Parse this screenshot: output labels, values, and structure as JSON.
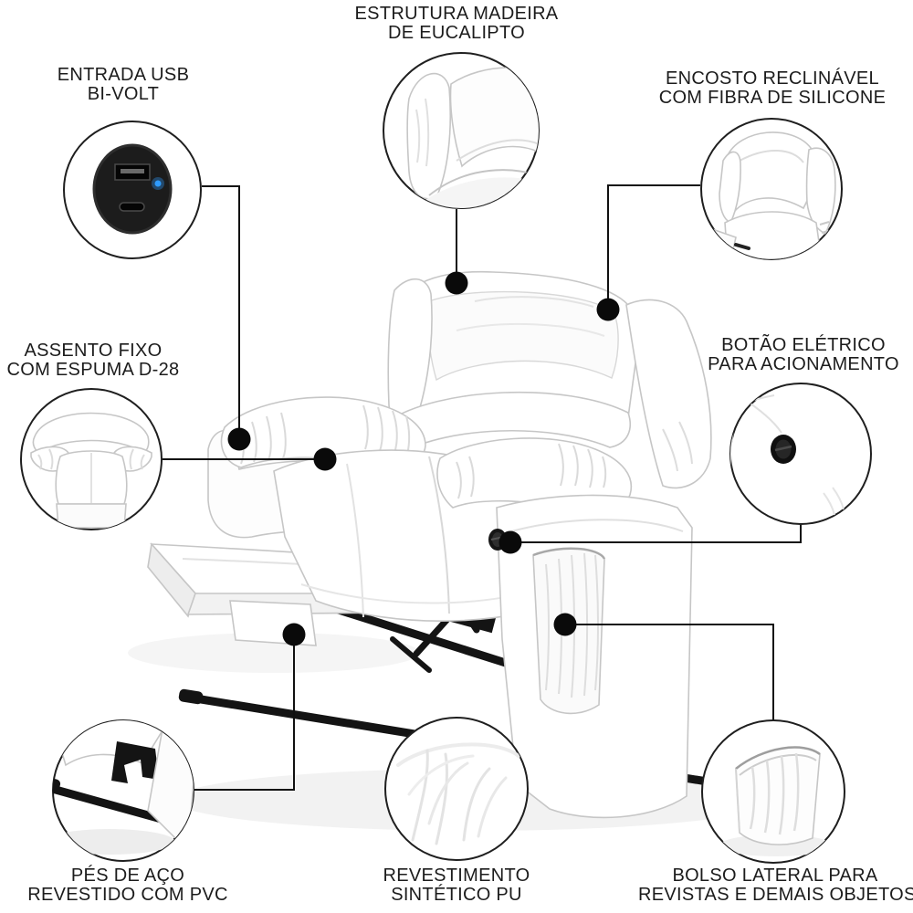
{
  "callouts": [
    {
      "id": "estrutura",
      "line1": "ESTRUTURA MADEIRA",
      "line2": "DE EUCALIPTO"
    },
    {
      "id": "entrada-usb",
      "line1": "ENTRADA USB",
      "line2": "BI-VOLT"
    },
    {
      "id": "encosto",
      "line1": "ENCOSTO RECLINÁVEL",
      "line2": "COM FIBRA DE SILICONE"
    },
    {
      "id": "assento",
      "line1": "ASSENTO FIXO",
      "line2": "COM ESPUMA D-28"
    },
    {
      "id": "botao",
      "line1": "BOTÃO ELÉTRICO",
      "line2": "PARA ACIONAMENTO"
    },
    {
      "id": "pes",
      "line1": "PÉS DE AÇO",
      "line2": "REVESTIDO COM PVC"
    },
    {
      "id": "revestimento",
      "line1": "REVESTIMENTO",
      "line2": "SINTÉTICO PU"
    },
    {
      "id": "bolso",
      "line1": "BOLSO LATERAL PARA",
      "line2": "REVISTAS E DEMAIS OBJETOS"
    }
  ],
  "icons": {
    "usb_a_port": "usb-a-port-icon",
    "usb_c_port": "usb-c-port-icon",
    "led_indicator": "led-indicator-icon",
    "power_button": "power-button-icon"
  },
  "colors": {
    "background": "#ffffff",
    "text": "#1c1c1c",
    "line": "#111111",
    "dot": "#0a0a0a",
    "led": "#2e9bff"
  }
}
